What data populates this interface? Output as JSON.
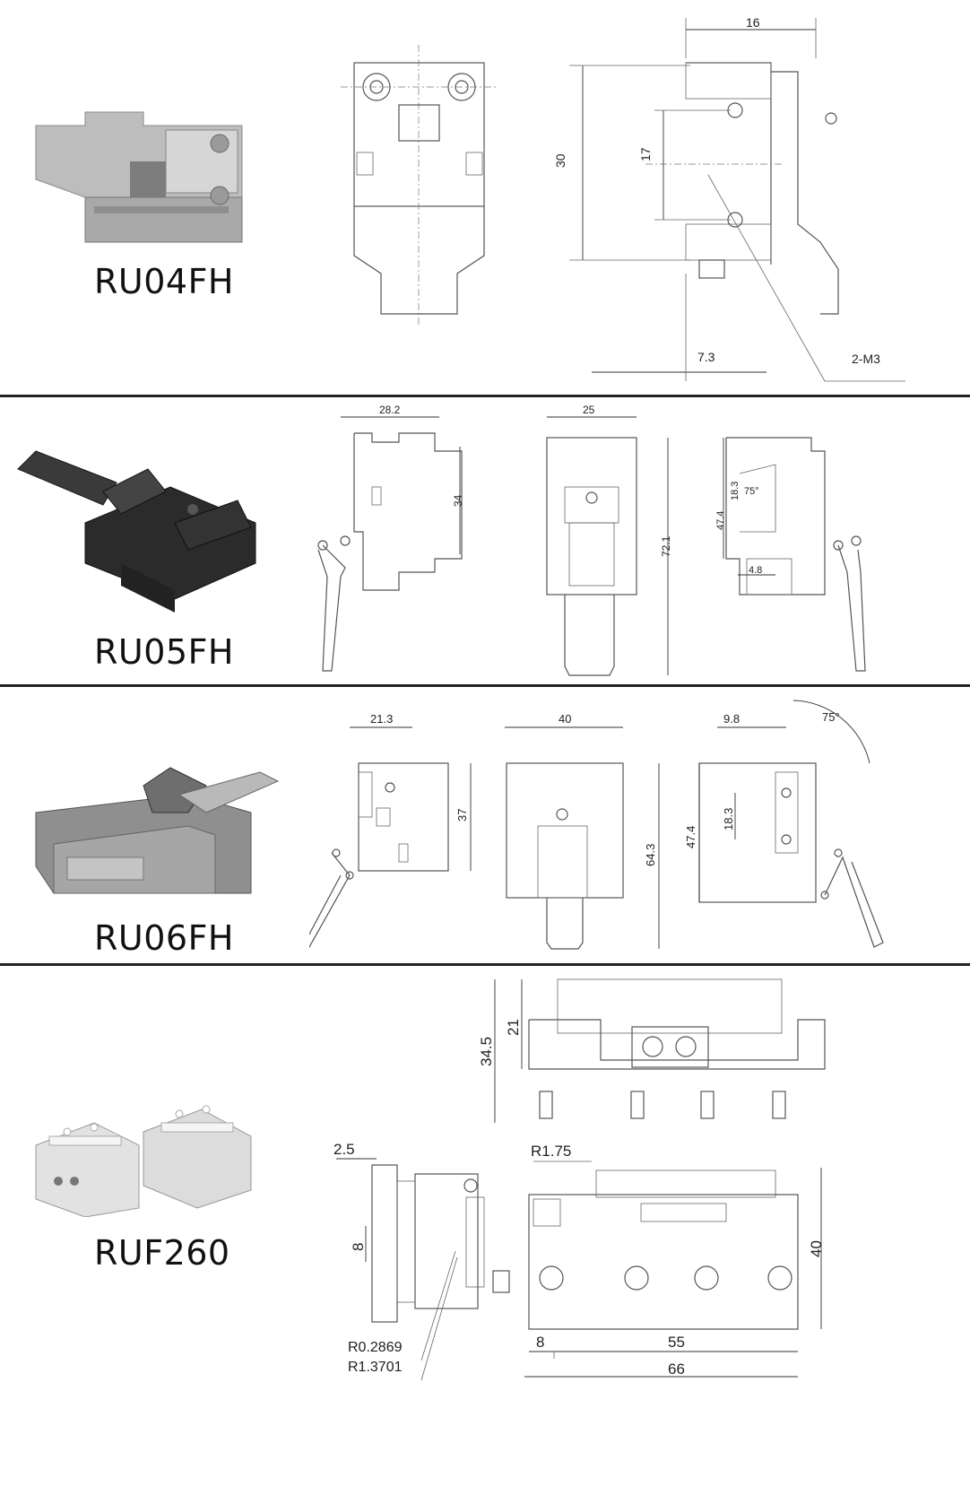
{
  "products": [
    {
      "model": "RU04FH",
      "dimensions": [
        "16",
        "30",
        "17",
        "7.3",
        "2-M3"
      ]
    },
    {
      "model": "RU05FH",
      "dimensions": [
        "28.2",
        "34",
        "25",
        "72.1",
        "47.4",
        "18.3",
        "75°",
        "4.8"
      ]
    },
    {
      "model": "RU06FH",
      "dimensions": [
        "21.3",
        "37",
        "40",
        "64.3",
        "9.8",
        "75°",
        "18.3",
        "47.4"
      ]
    },
    {
      "model": "RUF260",
      "dimensions": [
        "34.5",
        "21",
        "2.5",
        "R1.75",
        "8",
        "40",
        "R0.2869",
        "R1.3701",
        "8",
        "55",
        "66"
      ]
    }
  ],
  "colors": {
    "divider": "#222222",
    "line": "#555555",
    "metal_light": "#c9c9c9",
    "metal_dark": "#2b2b2b"
  }
}
